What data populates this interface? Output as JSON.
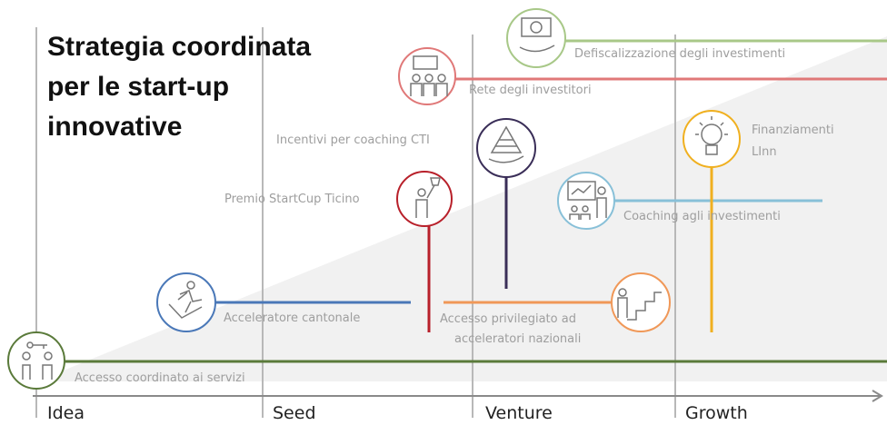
{
  "title_lines": [
    "Strategia coordinata",
    "per le start-up",
    "innovative"
  ],
  "phases": [
    "Idea",
    "Seed",
    "Venture",
    "Growth"
  ],
  "measures": {
    "defiscalizzazione": "Defiscalizzazione degli investimenti",
    "rete": "Rete degli investitori",
    "incentivi": "Incentivi per coaching CTI",
    "finanziamenti_line1": "Finanziamenti",
    "finanziamenti_line2": "LInn",
    "premio": "Premio StartCup Ticino",
    "coaching": "Coaching agli investimenti",
    "acceleratore": "Acceleratore cantonale",
    "accesso_priv_line1": "Accesso privilegiato ad",
    "accesso_priv_line2": "acceleratori nazionali",
    "accesso_coord": "Accesso coordinato ai servizi"
  },
  "icons": {
    "accesso_coord": "people-key-icon",
    "acceleratore": "runner-arrow-icon",
    "premio": "trophy-person-icon",
    "incentivi": "pyramid-hand-icon",
    "rete": "investors-money-icon",
    "defiscalizzazione": "money-hand-icon",
    "coaching": "presentation-icon",
    "accesso_priv": "stairs-person-icon",
    "finanziamenti": "lightbulb-icon"
  },
  "colors": {
    "accesso_coord": "#5a7a3a",
    "acceleratore": "#4a78b8",
    "premio": "#b8202a",
    "incentivi": "#3a2e58",
    "rete": "#e07878",
    "defiscalizzazione": "#a8c888",
    "coaching": "#88c0d8",
    "accesso_priv": "#f09858",
    "finanziamenti": "#f0b020"
  }
}
